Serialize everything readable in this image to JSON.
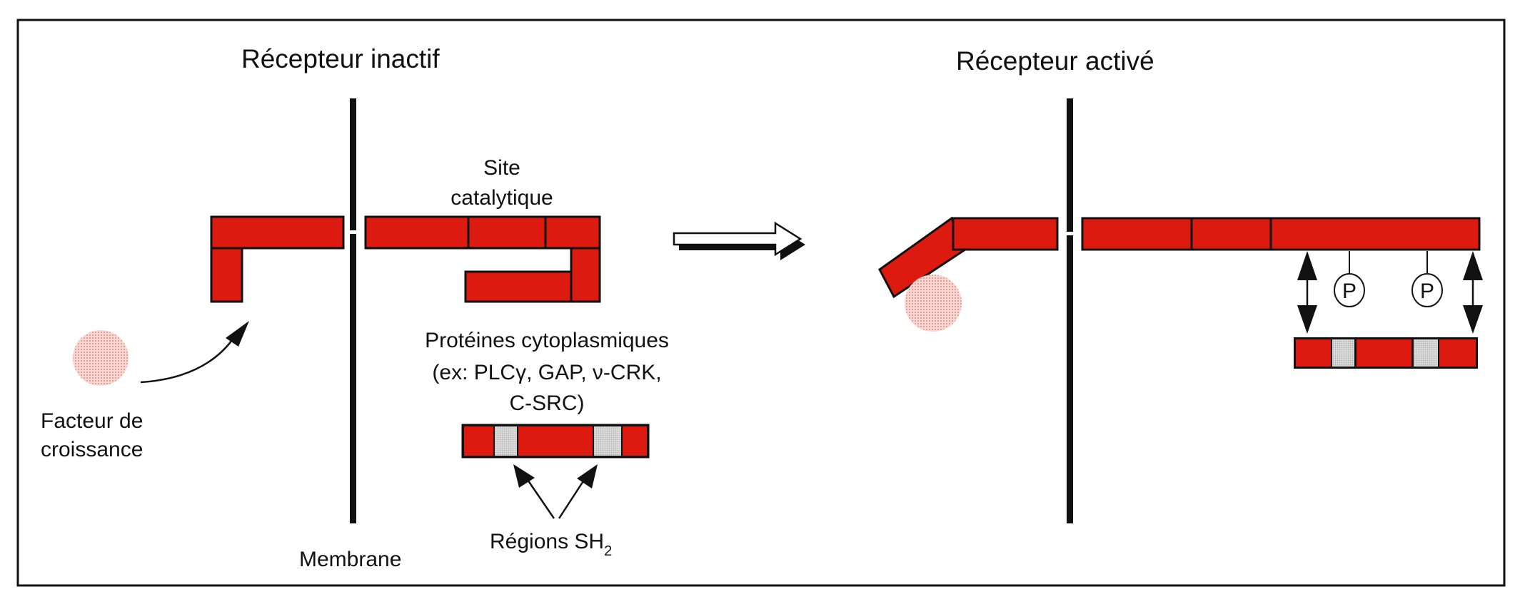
{
  "figure": {
    "left_panel": {
      "title": "Récepteur inactif",
      "catalytic_site_line1": "Site",
      "catalytic_site_line2": "catalytique",
      "growth_factor_line1": "Facteur de",
      "growth_factor_line2": "croissance",
      "proteins_line1": "Protéines cytoplasmiques",
      "proteins_line2": "(ex: PLCγ, GAP, ν-CRK,",
      "proteins_line3": "C-SRC)",
      "membrane_label": "Membrane",
      "sh2_label": "Régions SH",
      "sh2_subscript": "2"
    },
    "right_panel": {
      "title": "Récepteur activé",
      "phospho_1": "P",
      "phospho_2": "P"
    },
    "colors": {
      "domain_red": "#dd1a10",
      "sh2_gray": "#c9c9c9",
      "growth_factor_pink": "#f0b7b0",
      "outline": "#111111"
    }
  }
}
